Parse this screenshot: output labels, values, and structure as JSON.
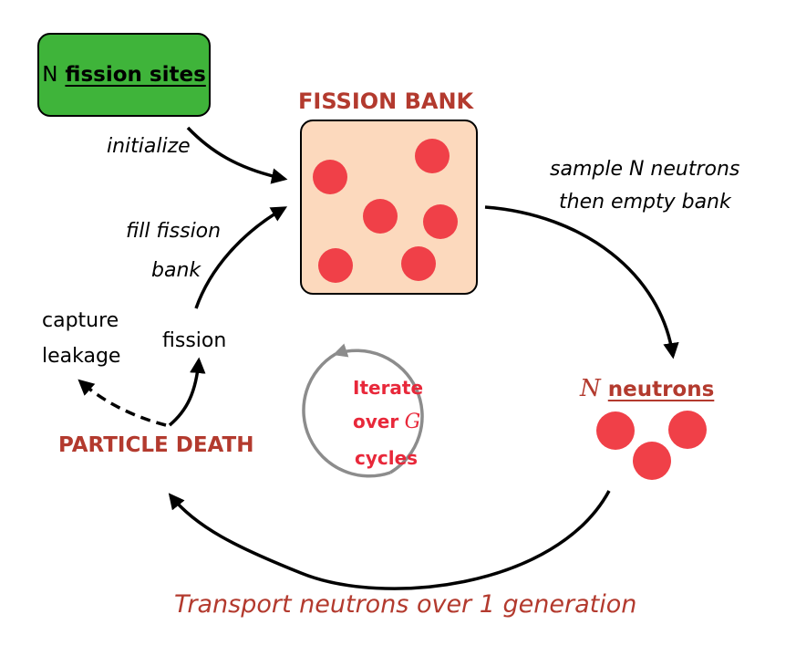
{
  "fission_sites": {
    "prefix": "N",
    "label": "fission sites"
  },
  "initialize_label": "initialize",
  "fission_bank": {
    "title": "FISSION BANK",
    "dot_count": 6
  },
  "sample_label": {
    "line1": "sample N neutrons",
    "line2": "then empty bank"
  },
  "neutrons": {
    "symbol": "N",
    "label": "neutrons",
    "dot_count": 3
  },
  "fill_label": {
    "line1": "fill fission",
    "line2": "bank"
  },
  "fission_label": "fission",
  "capture_label": {
    "line1": "capture",
    "line2": "leakage"
  },
  "particle_death": "PARTICLE DEATH",
  "iterate": {
    "line1": "Iterate",
    "line2_word": "over",
    "line2_symbol": "G",
    "line3": "cycles"
  },
  "transport_label": "Transport neutrons over 1 generation",
  "colors": {
    "green_box": "#3fb43a",
    "bank_fill": "#fcd9bd",
    "dot": "#f04048",
    "title_red": "#b33a2e",
    "iterate_red": "#e8283a",
    "cycle_gray": "#8c8c8c"
  }
}
